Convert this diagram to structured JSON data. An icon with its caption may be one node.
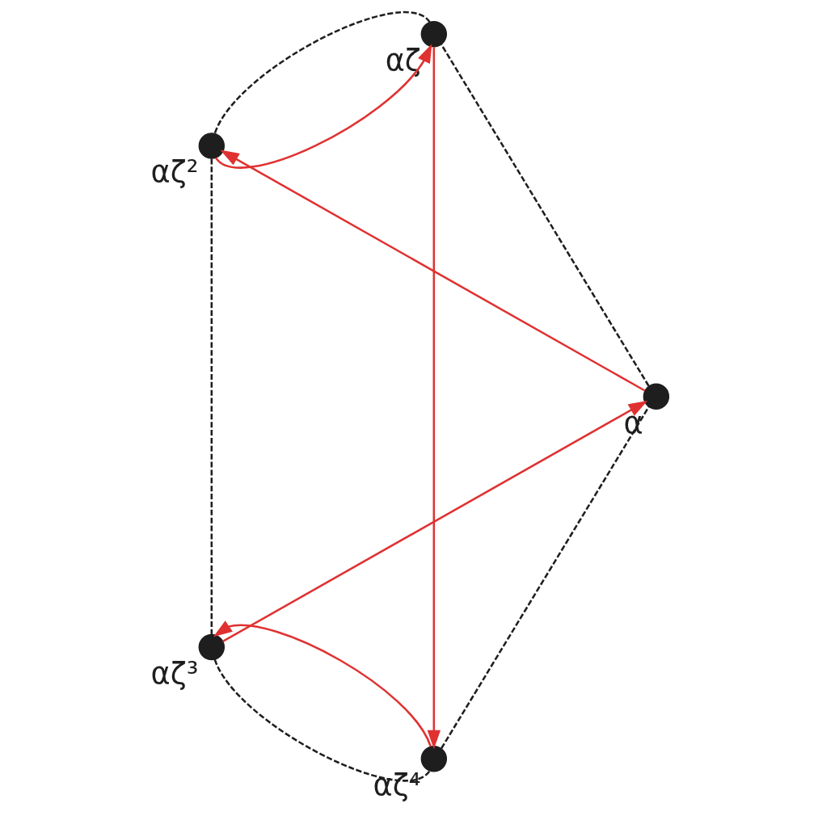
{
  "diagram": {
    "nodes": [
      {
        "text": [],
        "shape": "circle",
        "beside": [
          "α"
        ]
      },
      {
        "text": [],
        "shape": "circle",
        "beside": [
          "αζ"
        ]
      },
      {
        "text": [],
        "shape": "circle",
        "beside": [
          "αζ²"
        ]
      },
      {
        "text": [],
        "shape": "circle",
        "beside": [
          "αζ³"
        ]
      },
      {
        "text": [],
        "shape": "circle",
        "beside": [
          "αζ⁴"
        ]
      }
    ],
    "edges": [
      {
        "from": 0,
        "to": 1,
        "arrow": "none",
        "style": "dashed"
      },
      {
        "from": 1,
        "to": 2,
        "arrow": "none",
        "style": "dashed"
      },
      {
        "from": 2,
        "to": 3,
        "arrow": "none",
        "style": "dashed"
      },
      {
        "from": 3,
        "to": 4,
        "arrow": "none",
        "style": "dashed"
      },
      {
        "from": 4,
        "to": 0,
        "arrow": "none",
        "style": "dashed"
      },
      {
        "from": 0,
        "to": 2,
        "arrow": "to",
        "color": "#e03131"
      },
      {
        "from": 2,
        "to": 1,
        "arrow": "to",
        "color": "#e03131"
      },
      {
        "from": 1,
        "to": 4,
        "arrow": "to",
        "color": "#e03131"
      },
      {
        "from": 4,
        "to": 3,
        "arrow": "to",
        "color": "#e03131"
      },
      {
        "from": 3,
        "to": 0,
        "arrow": "to",
        "color": "#e03131"
      }
    ]
  }
}
